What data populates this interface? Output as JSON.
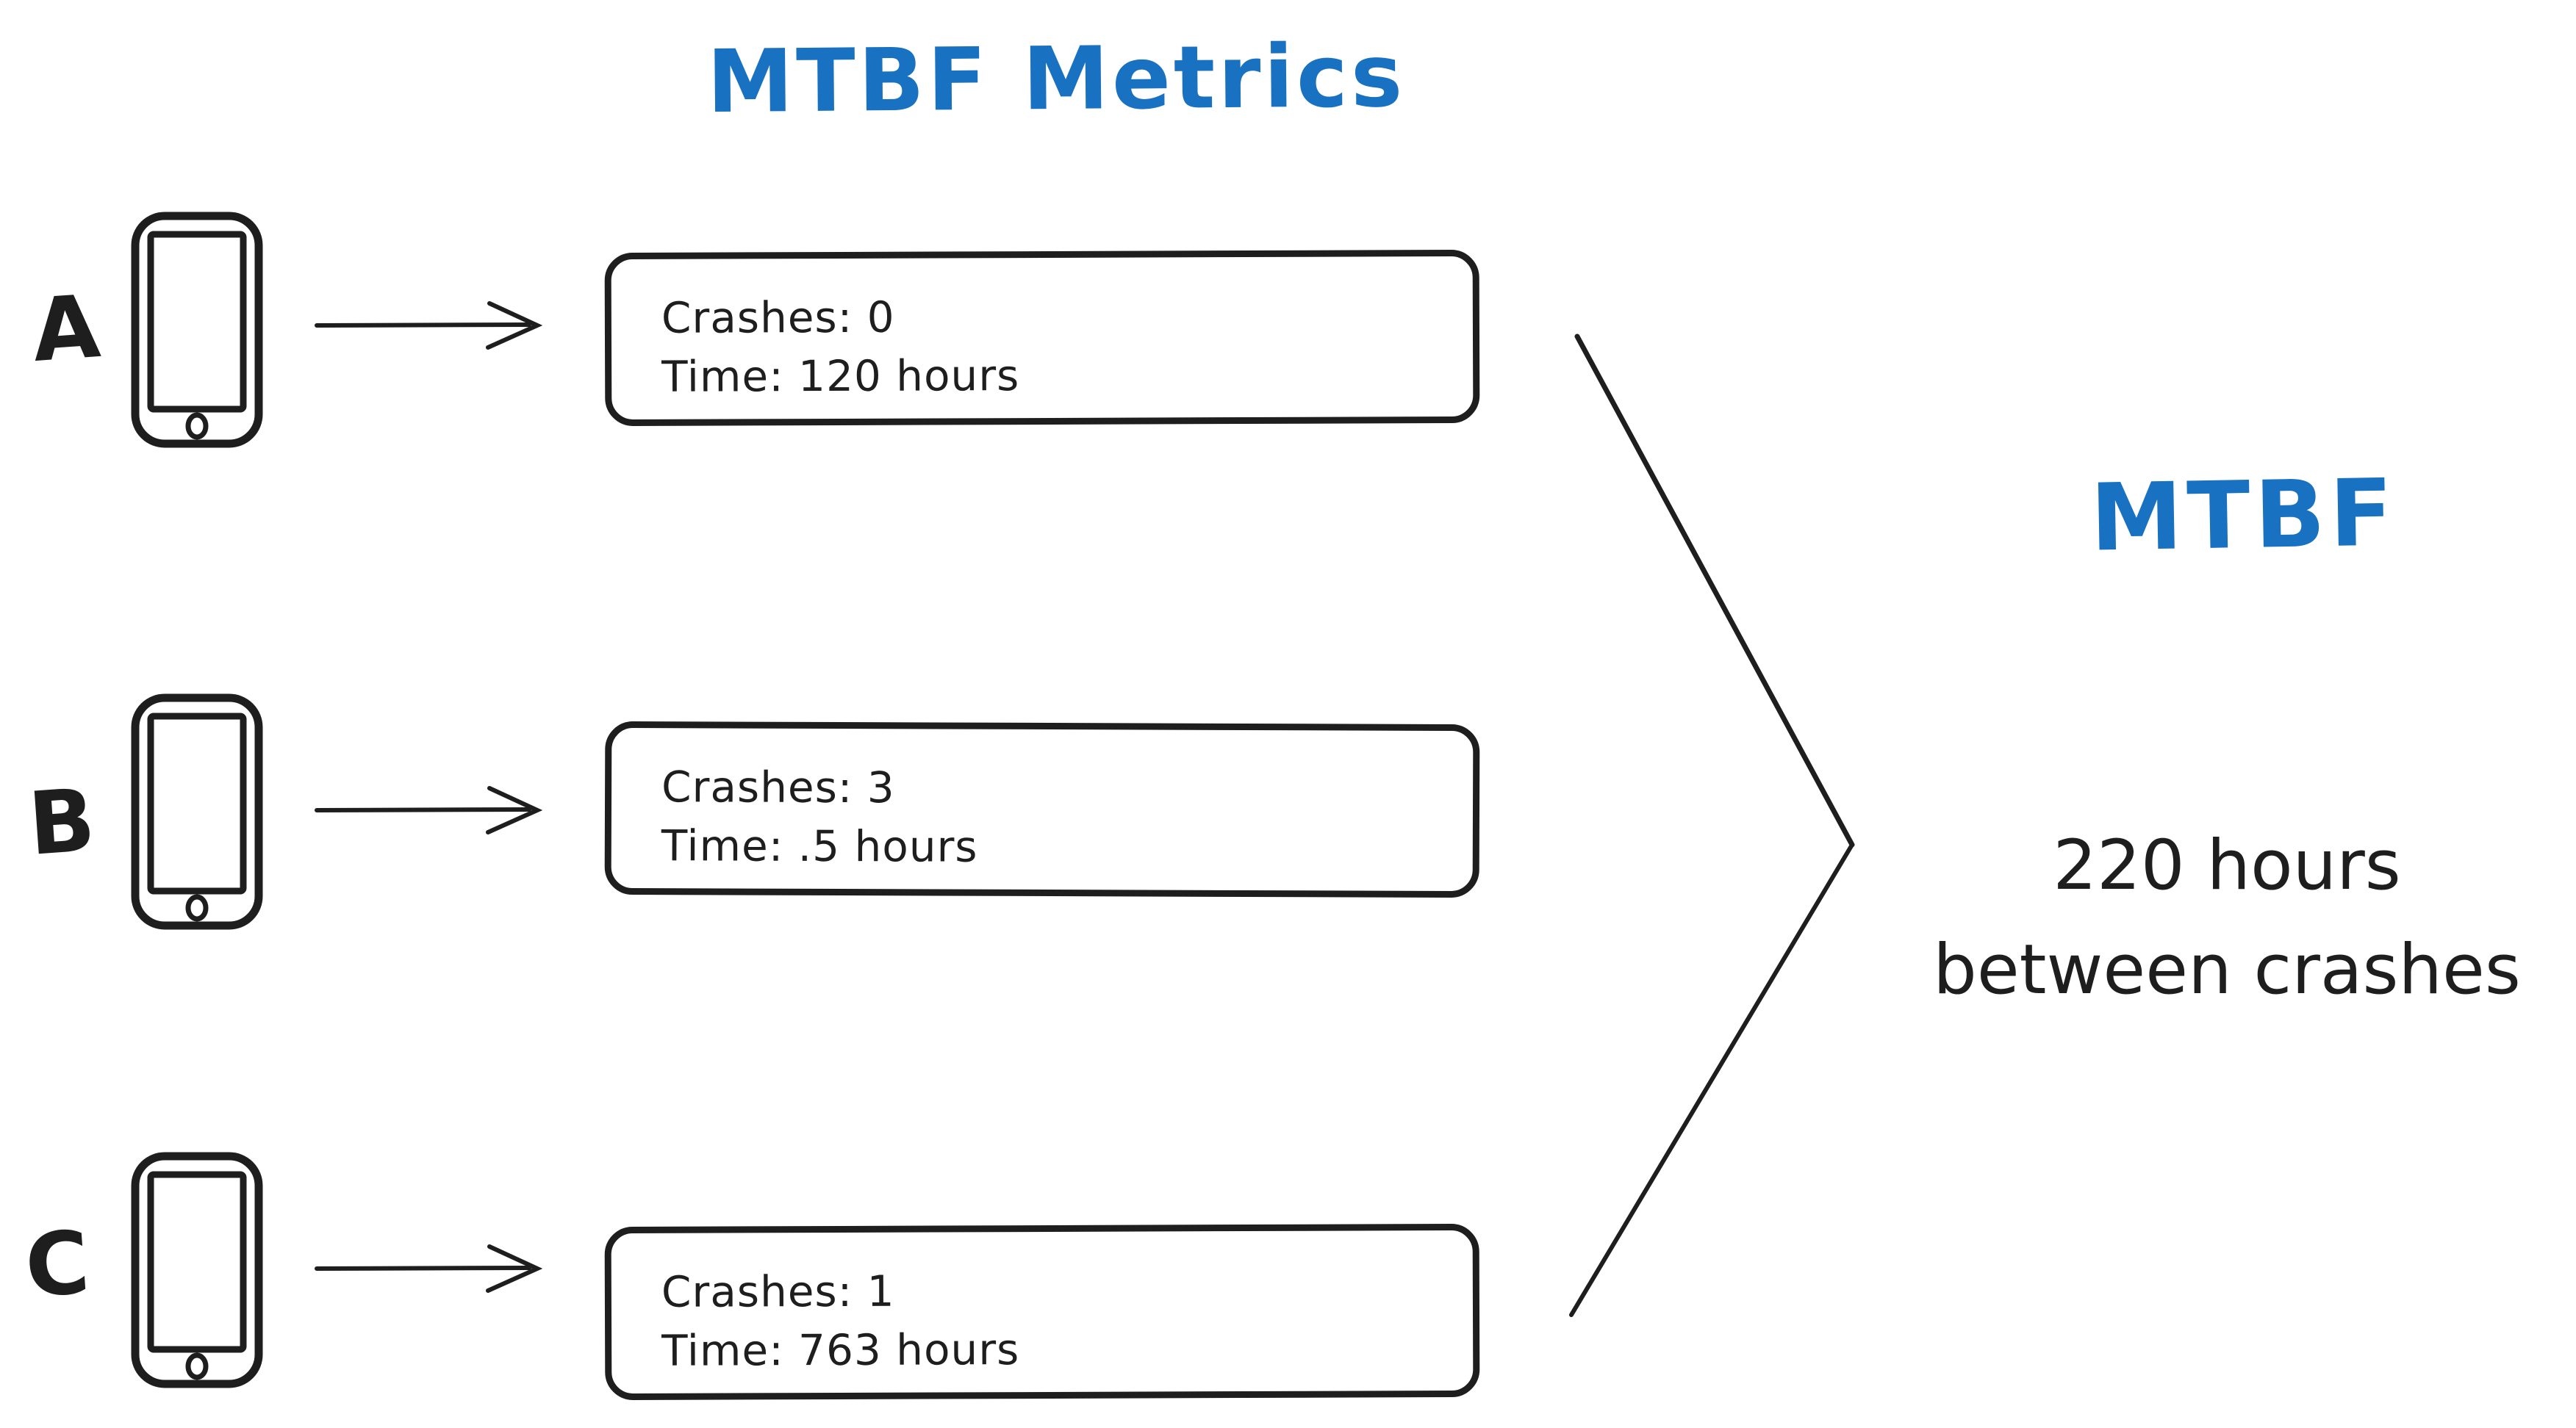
{
  "title": "MTBF Metrics",
  "colors": {
    "accent_blue": "#1971c2",
    "ink": "#1e1e1e",
    "background": "#ffffff"
  },
  "icons": {
    "device": "smartphone-icon",
    "flow": "arrow-right-icon",
    "converge": "converge-chevron-icon"
  },
  "devices": [
    {
      "label": "A",
      "crashes_line": "Crashes: 0",
      "time_line": "Time: 120 hours"
    },
    {
      "label": "B",
      "crashes_line": "Crashes: 3",
      "time_line": "Time: .5 hours"
    },
    {
      "label": "C",
      "crashes_line": "Crashes: 1",
      "time_line": "Time: 763 hours"
    }
  ],
  "result": {
    "heading": "MTBF",
    "value_line1": "220 hours",
    "value_line2": "between crashes"
  }
}
